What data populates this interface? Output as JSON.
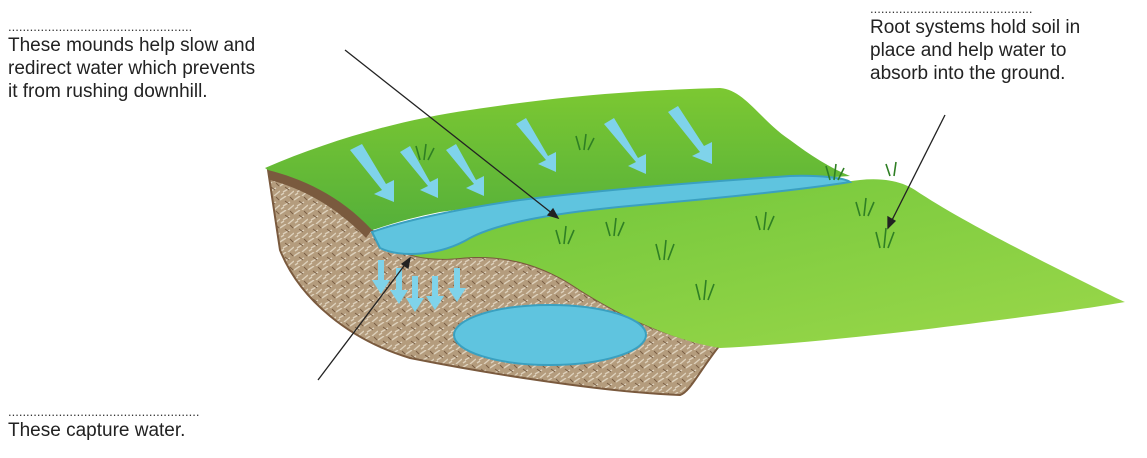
{
  "callouts": {
    "left": {
      "blank": "...................................................",
      "lines": [
        "These mounds help slow and",
        "redirect water which prevents",
        "it from rushing downhill."
      ]
    },
    "right": {
      "blank": ".............................................",
      "lines": [
        "Root systems hold soil in",
        "place and help water to",
        "absorb into the ground."
      ]
    },
    "bottom": {
      "blank": ".....................................................",
      "lines": [
        "These capture water."
      ]
    }
  },
  "colors": {
    "grass_light": "#8fd13f",
    "grass_dark": "#3e9a2a",
    "water": "#5fc4df",
    "water_dark": "#3aa0c0",
    "soil": "#8a6b4e",
    "soil_light": "#c9b79c",
    "arrow": "#7fd3ea"
  }
}
